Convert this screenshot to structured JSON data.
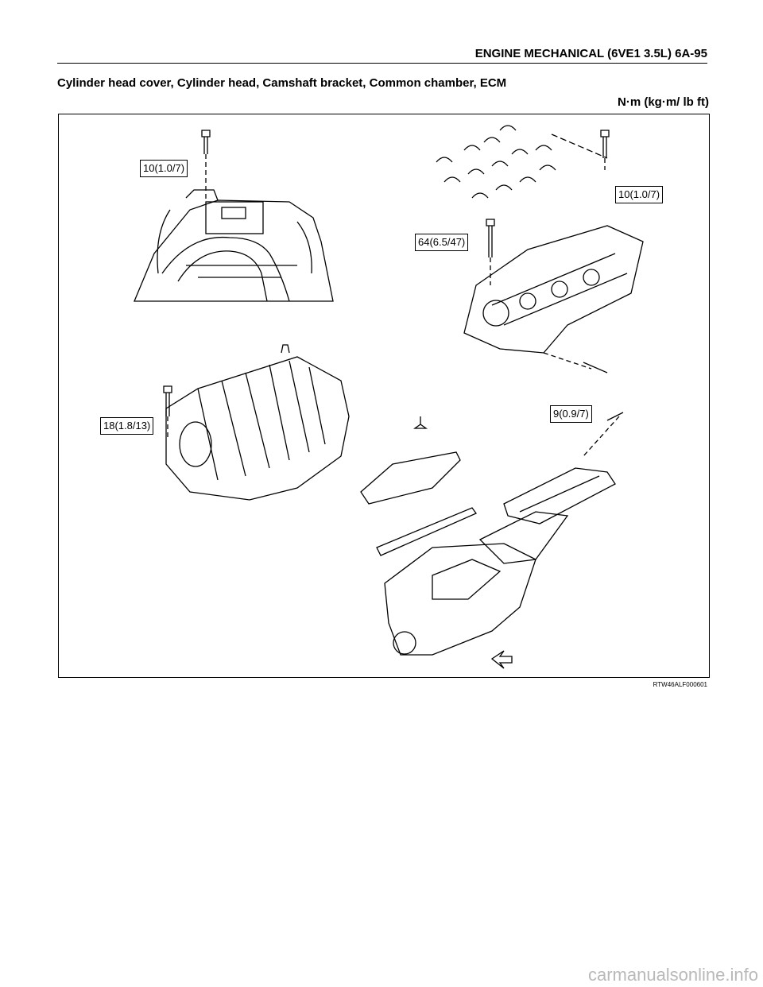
{
  "header": {
    "title": "ENGINE MECHANICAL (6VE1 3.5L)  6A-95"
  },
  "section": {
    "title": "Cylinder head cover, Cylinder head, Camshaft bracket, Common chamber, ECM"
  },
  "units": {
    "label": "N·m (kg·m/ lb ft)"
  },
  "figure": {
    "code": "RTW46ALF000601",
    "torque_labels": [
      {
        "id": "ecm-bolt",
        "text": "10(1.0/7)"
      },
      {
        "id": "camshaft-bracket-bolt",
        "text": "10(1.0/7)"
      },
      {
        "id": "cylinder-head-bolt",
        "text": "64(6.5/47)"
      },
      {
        "id": "common-chamber-bolt",
        "text": "18(1.8/13)"
      },
      {
        "id": "head-cover-bolt",
        "text": "9(0.9/7)"
      }
    ]
  },
  "watermark": {
    "text": "carmanualsonline.info"
  }
}
